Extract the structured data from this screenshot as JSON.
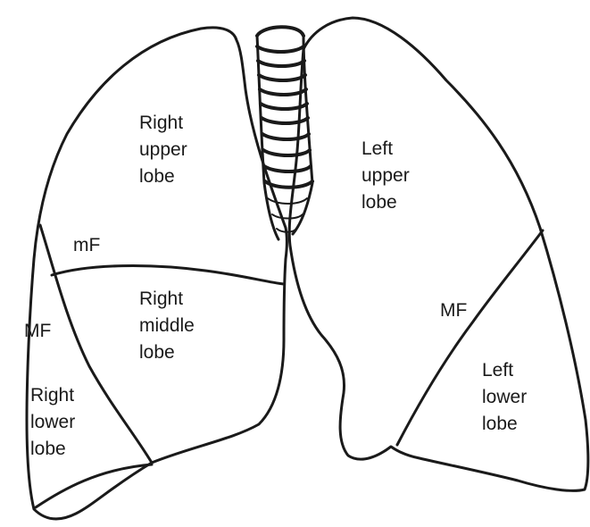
{
  "labels": {
    "right_upper": [
      "Right",
      "upper",
      "lobe"
    ],
    "right_middle": [
      "Right",
      "middle",
      "lobe"
    ],
    "right_lower": [
      "Right",
      "lower",
      "lobe"
    ],
    "left_upper": [
      "Left",
      "upper",
      "lobe"
    ],
    "left_lower": [
      "Left",
      "lower",
      "lobe"
    ],
    "minor_fissure_right": "mF",
    "major_fissure_right": "MF",
    "major_fissure_left": "MF"
  },
  "colors": {
    "stroke": "#1a1a1a",
    "background": "#ffffff"
  }
}
